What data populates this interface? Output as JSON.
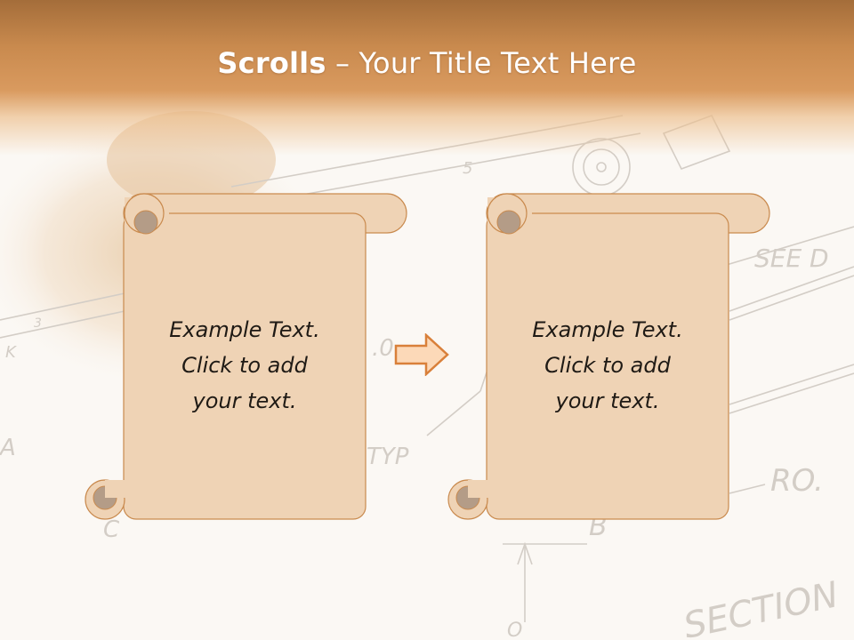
{
  "slide": {
    "title_bold": "Scrolls",
    "title_dash": " – ",
    "title_rest": "Your Title Text Here"
  },
  "scrolls": [
    {
      "lines": [
        "Example  Text.",
        "Click  to add",
        "your text."
      ]
    },
    {
      "lines": [
        "Example  Text.",
        "Click  to add",
        "your text."
      ]
    }
  ],
  "background_drawing": {
    "labels": [
      "5",
      "SEE D",
      "3",
      "K",
      ".0",
      "TYP",
      "A",
      "C",
      "RO.",
      "B",
      "SECTION",
      "O"
    ]
  },
  "colors": {
    "header_dark": "#a46d3a",
    "header_light": "#d99a5f",
    "scroll_fill": "#efd3b5",
    "scroll_stroke": "#c98a4e",
    "scroll_curl": "#b49c87",
    "arrow_fill": "#fcd9b8",
    "arrow_stroke": "#d9803a"
  },
  "icons": {
    "arrow": "right-arrow-icon"
  }
}
